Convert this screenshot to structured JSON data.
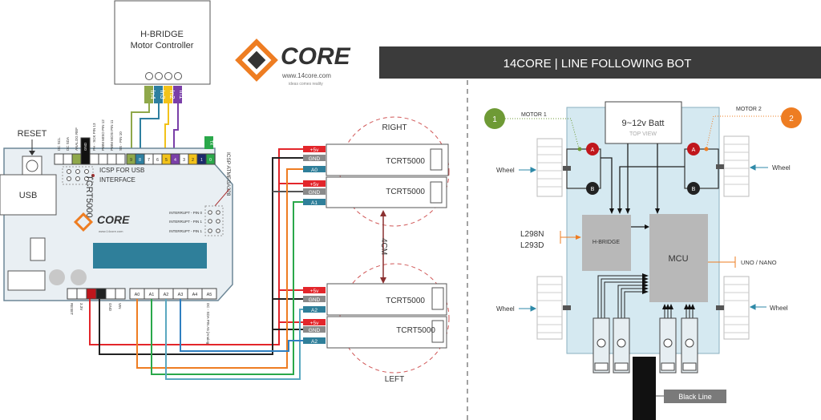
{
  "hbridge": {
    "title": "H-BRIDGE",
    "subtitle": "Motor Controller",
    "pins": [
      "In4",
      "In3",
      "In2",
      "In1"
    ]
  },
  "logo": {
    "text": "CORE",
    "url": "www.14core.com",
    "tagline": "ideas comes reality"
  },
  "banner": {
    "title": "14CORE | LINE FOLLOWING BOT"
  },
  "arduino": {
    "reset": "RESET",
    "usb": "USB",
    "icsp_usb": [
      "ICSP FOR USB",
      "INTERFACE"
    ],
    "icsp_mega": "ICSP ATMEGA328",
    "sensor_label": "TCRT5000",
    "top_labels": [
      "DC SCL",
      "DC SDA",
      "ANALOG REF",
      "GND",
      "PH - SCK PIN 13",
      "PWM MISO PIN 12",
      "PWM MOSI PIN 11",
      "SS - PIN 10"
    ],
    "digital_pins": [
      "9",
      "8",
      "7",
      "6",
      "5",
      "4",
      "3",
      "2",
      "1",
      "0"
    ],
    "tx": "TX",
    "interrupts": [
      "INTERRUPT - PIN 0",
      "INTERRUPT - PIN 1",
      "INTERRUPT - PIN 1"
    ],
    "analog_pins": [
      "A0",
      "A1",
      "A2",
      "A3",
      "A4",
      "A5"
    ],
    "power_labels": [
      "RESET",
      "3.3V",
      "5V",
      "GND",
      "GND",
      "VIN"
    ],
    "analog_extra": "DC - SDA PIN A5 [Analog]"
  },
  "sensors": {
    "right_label": "RIGHT",
    "left_label": "LEFT",
    "distance": "4CM",
    "name": "TCRT5000",
    "pin_groups": [
      [
        "+5v",
        "GND",
        "A0"
      ],
      [
        "+5v",
        "GND",
        "A1"
      ],
      [
        "+5v",
        "GND",
        "A2"
      ],
      [
        "+5v",
        "GND",
        "A2"
      ]
    ]
  },
  "bot": {
    "battery": "9~12v Batt",
    "top_view": "TOP VIEW",
    "motor1": "MOTOR 1",
    "motor2": "MOTOR 2",
    "motor1_num": "1",
    "motor2_num": "2",
    "terminal_a": "A",
    "terminal_b": "B",
    "wheel": "Wheel",
    "driver_chips": [
      "L298N",
      "L293D"
    ],
    "hbridge": "H-BRIDGE",
    "mcu": "MCU",
    "mcu_type": "UNO / NANO",
    "black_line": "Black Line"
  },
  "colors": {
    "banner": "#3b3b3b",
    "red": "#e3262b",
    "gnd": "#8a8a8a",
    "signal": "#2f7f9a",
    "board": "#e9eff3",
    "bot_board": "#d5e9f1",
    "motor1": "#6e9a35",
    "motor2": "#ee7d22"
  }
}
